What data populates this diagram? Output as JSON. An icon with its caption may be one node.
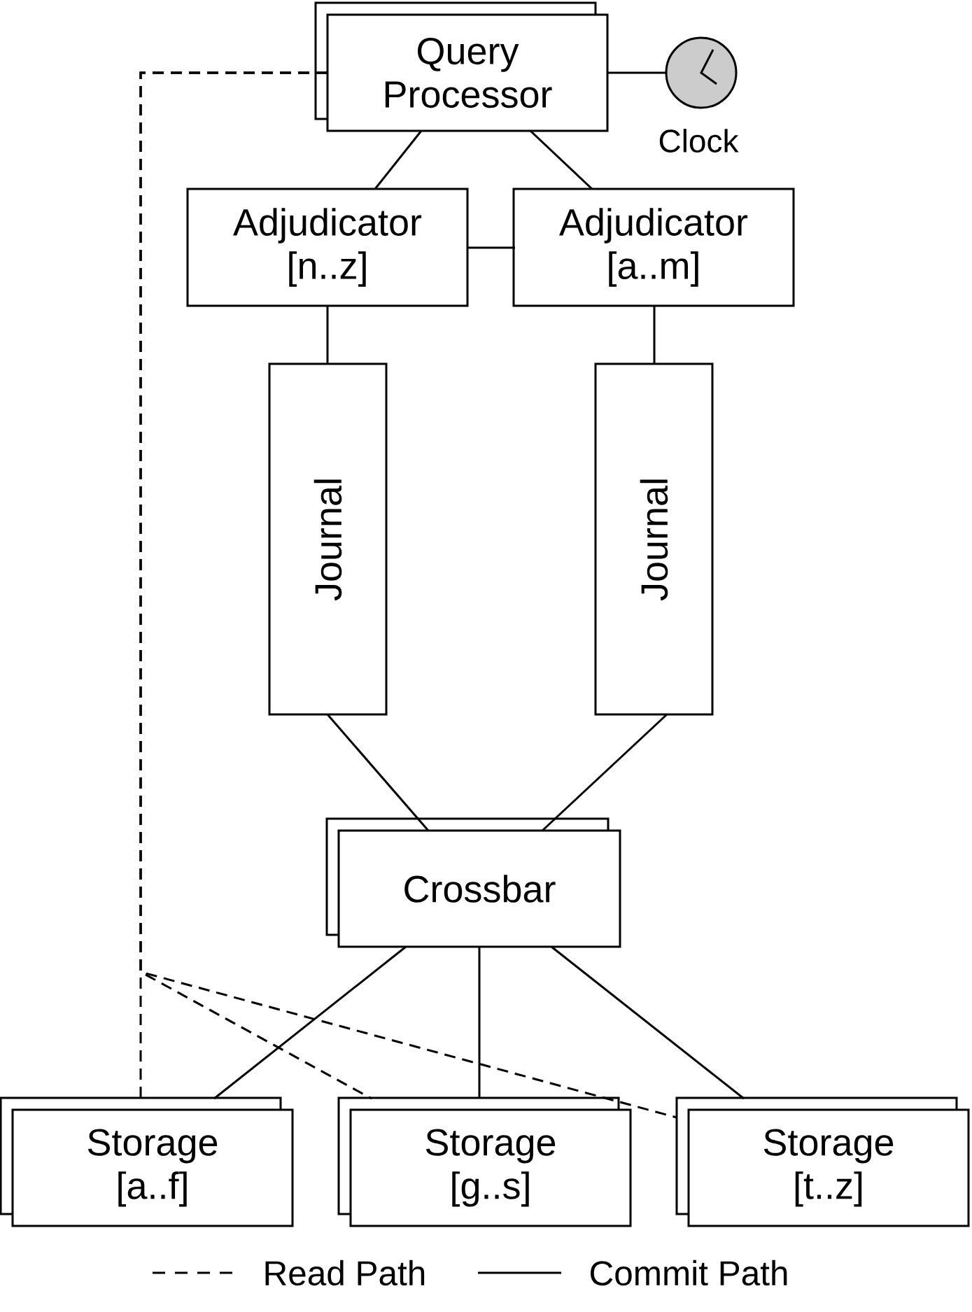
{
  "diagram": {
    "nodes": [
      {
        "text": [
          "Query Processor"
        ]
      },
      {
        "text": [],
        "shape": "circle",
        "beside": [
          "Clock"
        ]
      },
      {
        "text": [
          "Adjudicator [n..z]"
        ]
      },
      {
        "text": [
          "Adjudicator [a..m]"
        ]
      },
      {
        "text": [
          "Journal"
        ]
      },
      {
        "text": [
          "Journal"
        ]
      },
      {
        "text": [
          "Crossbar"
        ]
      },
      {
        "text": [
          "Storage [a..f]"
        ]
      },
      {
        "text": [
          "Storage [g..s]"
        ]
      },
      {
        "text": [
          "Storage [t..z]"
        ]
      }
    ],
    "edges": [
      {
        "from": 0,
        "to": 2,
        "arrow": "none"
      },
      {
        "from": 0,
        "to": 3,
        "arrow": "none"
      },
      {
        "from": 0,
        "to": 1,
        "arrow": "none"
      },
      {
        "from": 2,
        "to": 3,
        "arrow": "none"
      },
      {
        "from": 2,
        "to": 4,
        "arrow": "none"
      },
      {
        "from": 3,
        "to": 5,
        "arrow": "none"
      },
      {
        "from": 4,
        "to": 6,
        "arrow": "none"
      },
      {
        "from": 5,
        "to": 6,
        "arrow": "none"
      },
      {
        "from": 6,
        "to": 7,
        "arrow": "none"
      },
      {
        "from": 6,
        "to": 8,
        "arrow": "none"
      },
      {
        "from": 6,
        "to": 9,
        "arrow": "none"
      },
      {
        "from": 0,
        "to": 7,
        "arrow": "none",
        "style": "dashed"
      },
      {
        "from": 0,
        "to": 8,
        "arrow": "none",
        "style": "dashed"
      },
      {
        "from": 0,
        "to": 9,
        "arrow": "none",
        "style": "dashed"
      }
    ],
    "legend": [
      {
        "text": "Read Path"
      },
      {
        "text": "Commit Path"
      }
    ]
  }
}
